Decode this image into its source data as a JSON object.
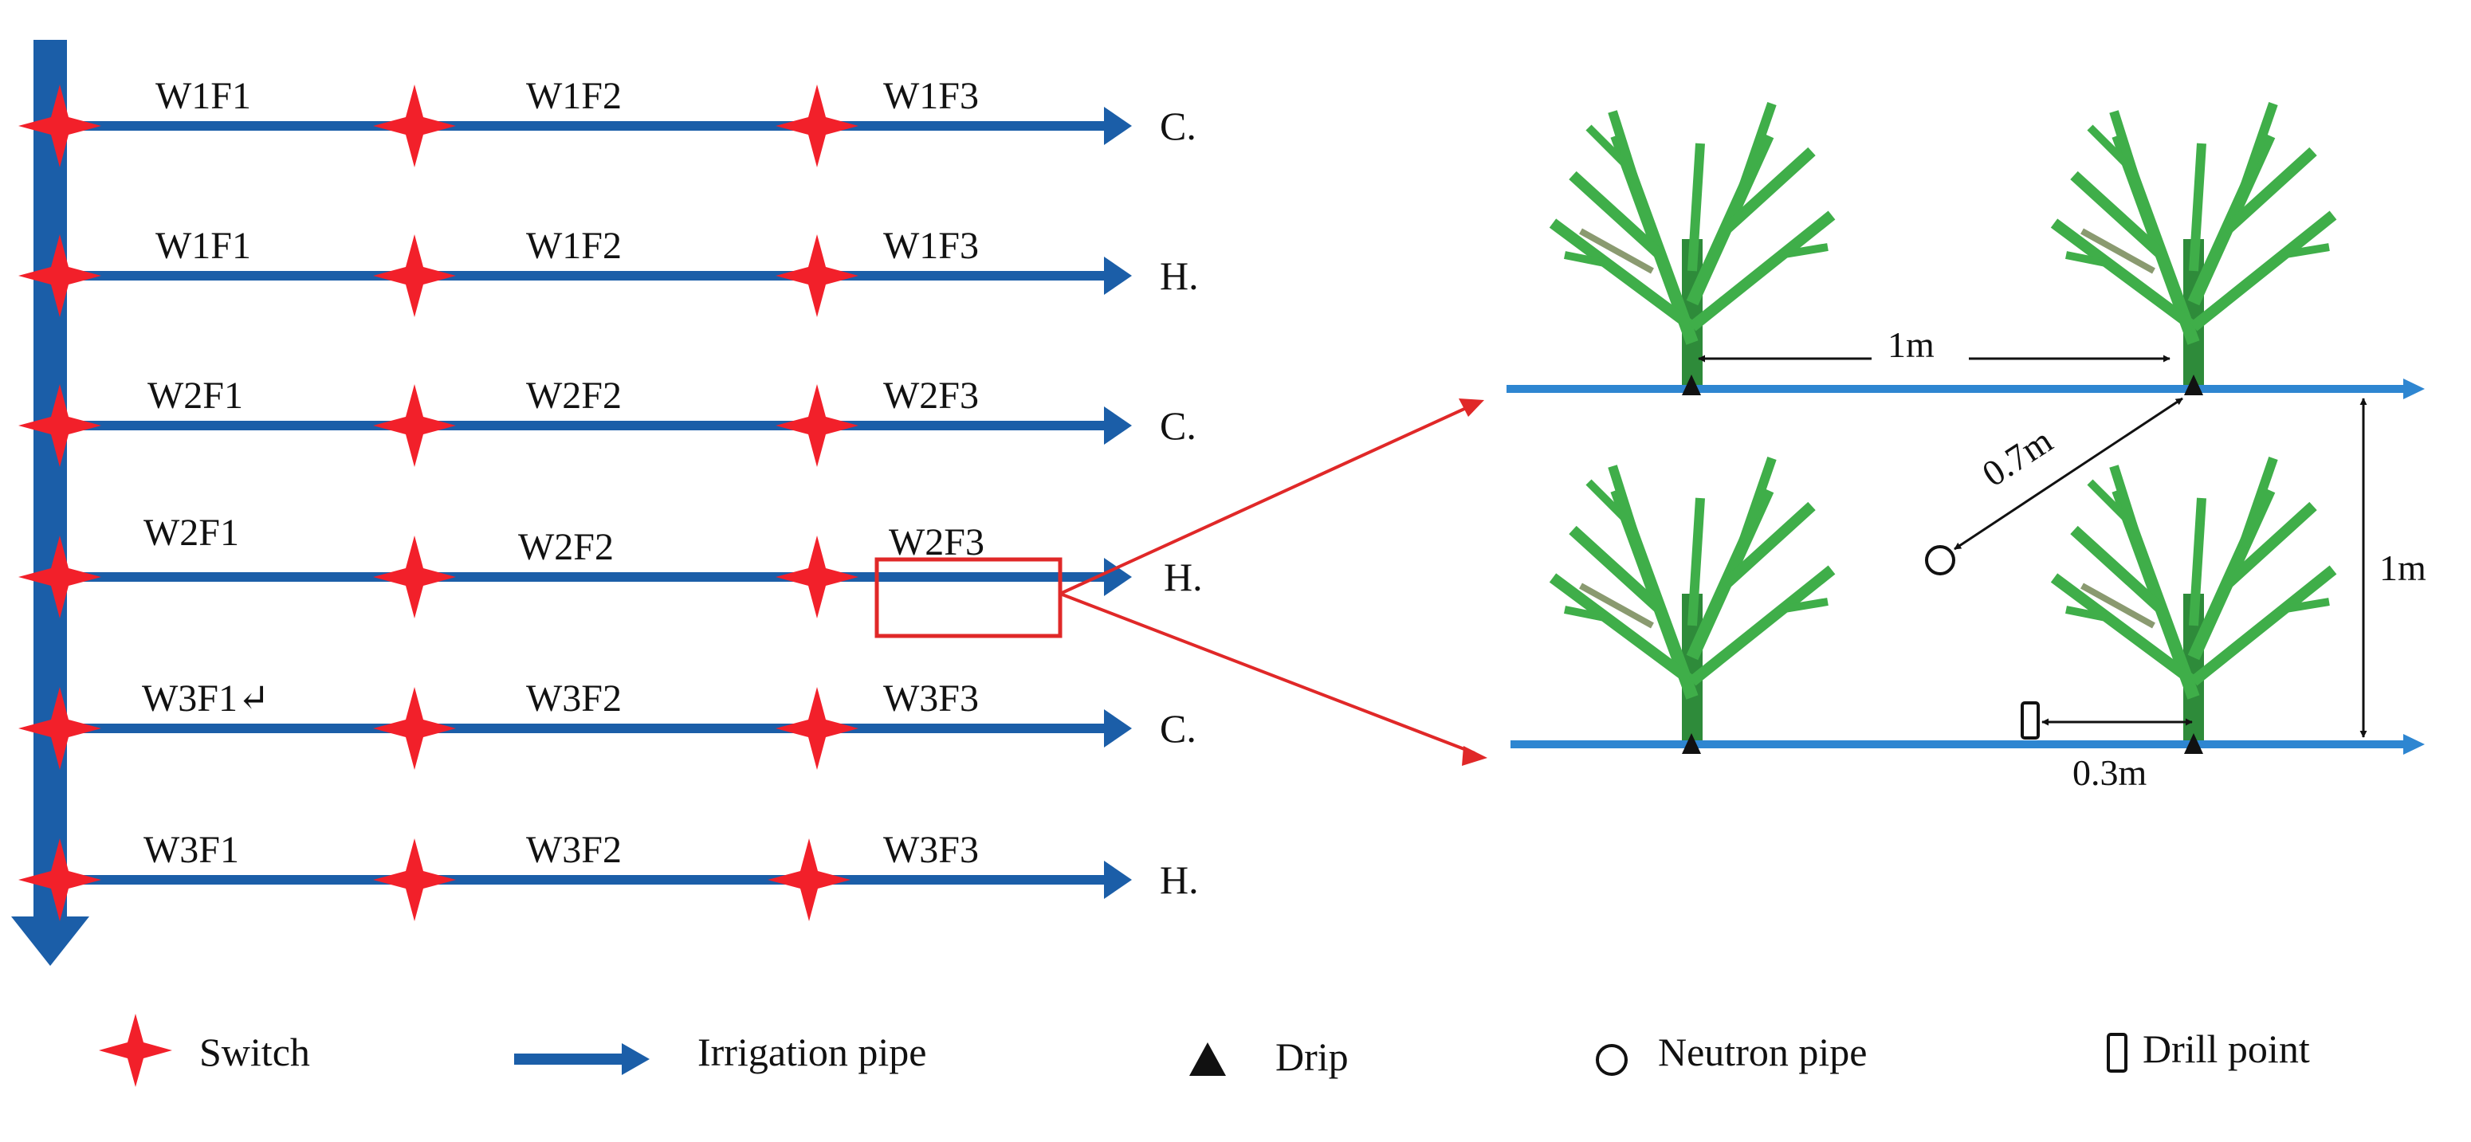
{
  "rows": [
    {
      "labels": [
        "W1F1",
        "W1F2",
        "W1F3"
      ],
      "end": "C."
    },
    {
      "labels": [
        "W1F1",
        "W1F2",
        "W1F3"
      ],
      "end": "H."
    },
    {
      "labels": [
        "W2F1",
        "W2F2",
        "W2F3"
      ],
      "end": "C."
    },
    {
      "labels": [
        "W2F1",
        "W2F2",
        "W2F3"
      ],
      "end": "H."
    },
    {
      "labels": [
        "W3F1↵",
        "W3F2",
        "W3F3"
      ],
      "end": "C."
    },
    {
      "labels": [
        "W3F1",
        "W3F2",
        "W3F3"
      ],
      "end": "H."
    }
  ],
  "detail": {
    "spacing_horizontal": "1m",
    "spacing_vertical": "1m",
    "neutron_distance": "0.7m",
    "drill_distance": "0.3m"
  },
  "legend": {
    "switch": "Switch",
    "pipe": "Irrigation pipe",
    "drip": "Drip",
    "neutron": "Neutron pipe",
    "drill": "Drill point"
  },
  "colors": {
    "pipe": "#1B5EA8",
    "switch": "#F2202A",
    "detail_pipe": "#2E86D1",
    "tree": "#3FAE49",
    "trunk": "#2E8B3A",
    "zoom": "#E02828"
  }
}
